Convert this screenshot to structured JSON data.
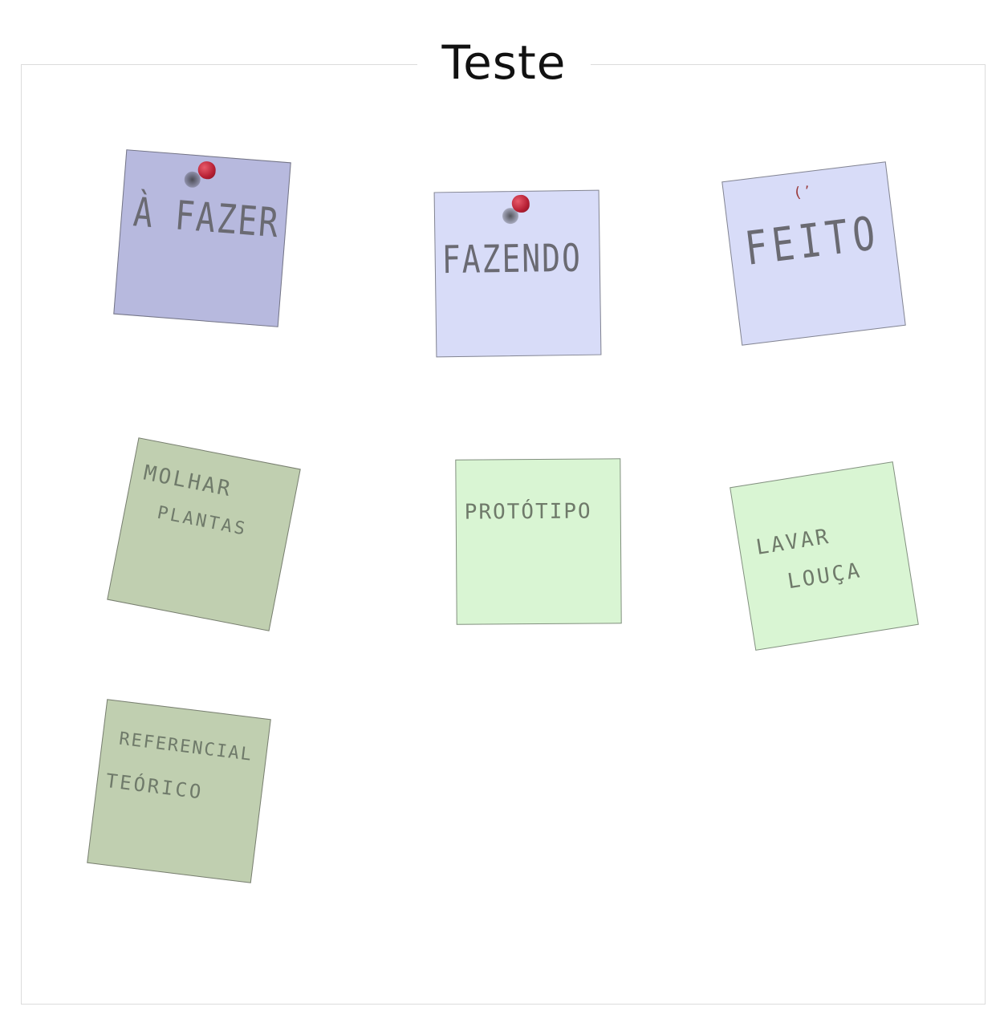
{
  "board": {
    "title": "Teste"
  },
  "notes": {
    "a_fazer": {
      "line1": "À FAZER"
    },
    "fazendo": {
      "line1": "FAZENDO"
    },
    "feito": {
      "line1": "FEITO"
    },
    "molhar_plantas": {
      "line1": "MOLHAR",
      "line2": "PLANTAS"
    },
    "prototipo": {
      "line1": "PROTÓTIPO"
    },
    "lavar_louca": {
      "line1": "LAVAR",
      "line2": "LOUÇA"
    },
    "referencial_teorico": {
      "line1": "REFERENCIAL",
      "line2": "TEÓRICO"
    }
  },
  "colors": {
    "purple": "#b7b9de",
    "lavender": "#d8dcf8",
    "sage": "#c0cfb0",
    "mint": "#d9f5d3",
    "pin": "#b61f33"
  },
  "icons": {
    "pin": "pushpin-icon"
  }
}
